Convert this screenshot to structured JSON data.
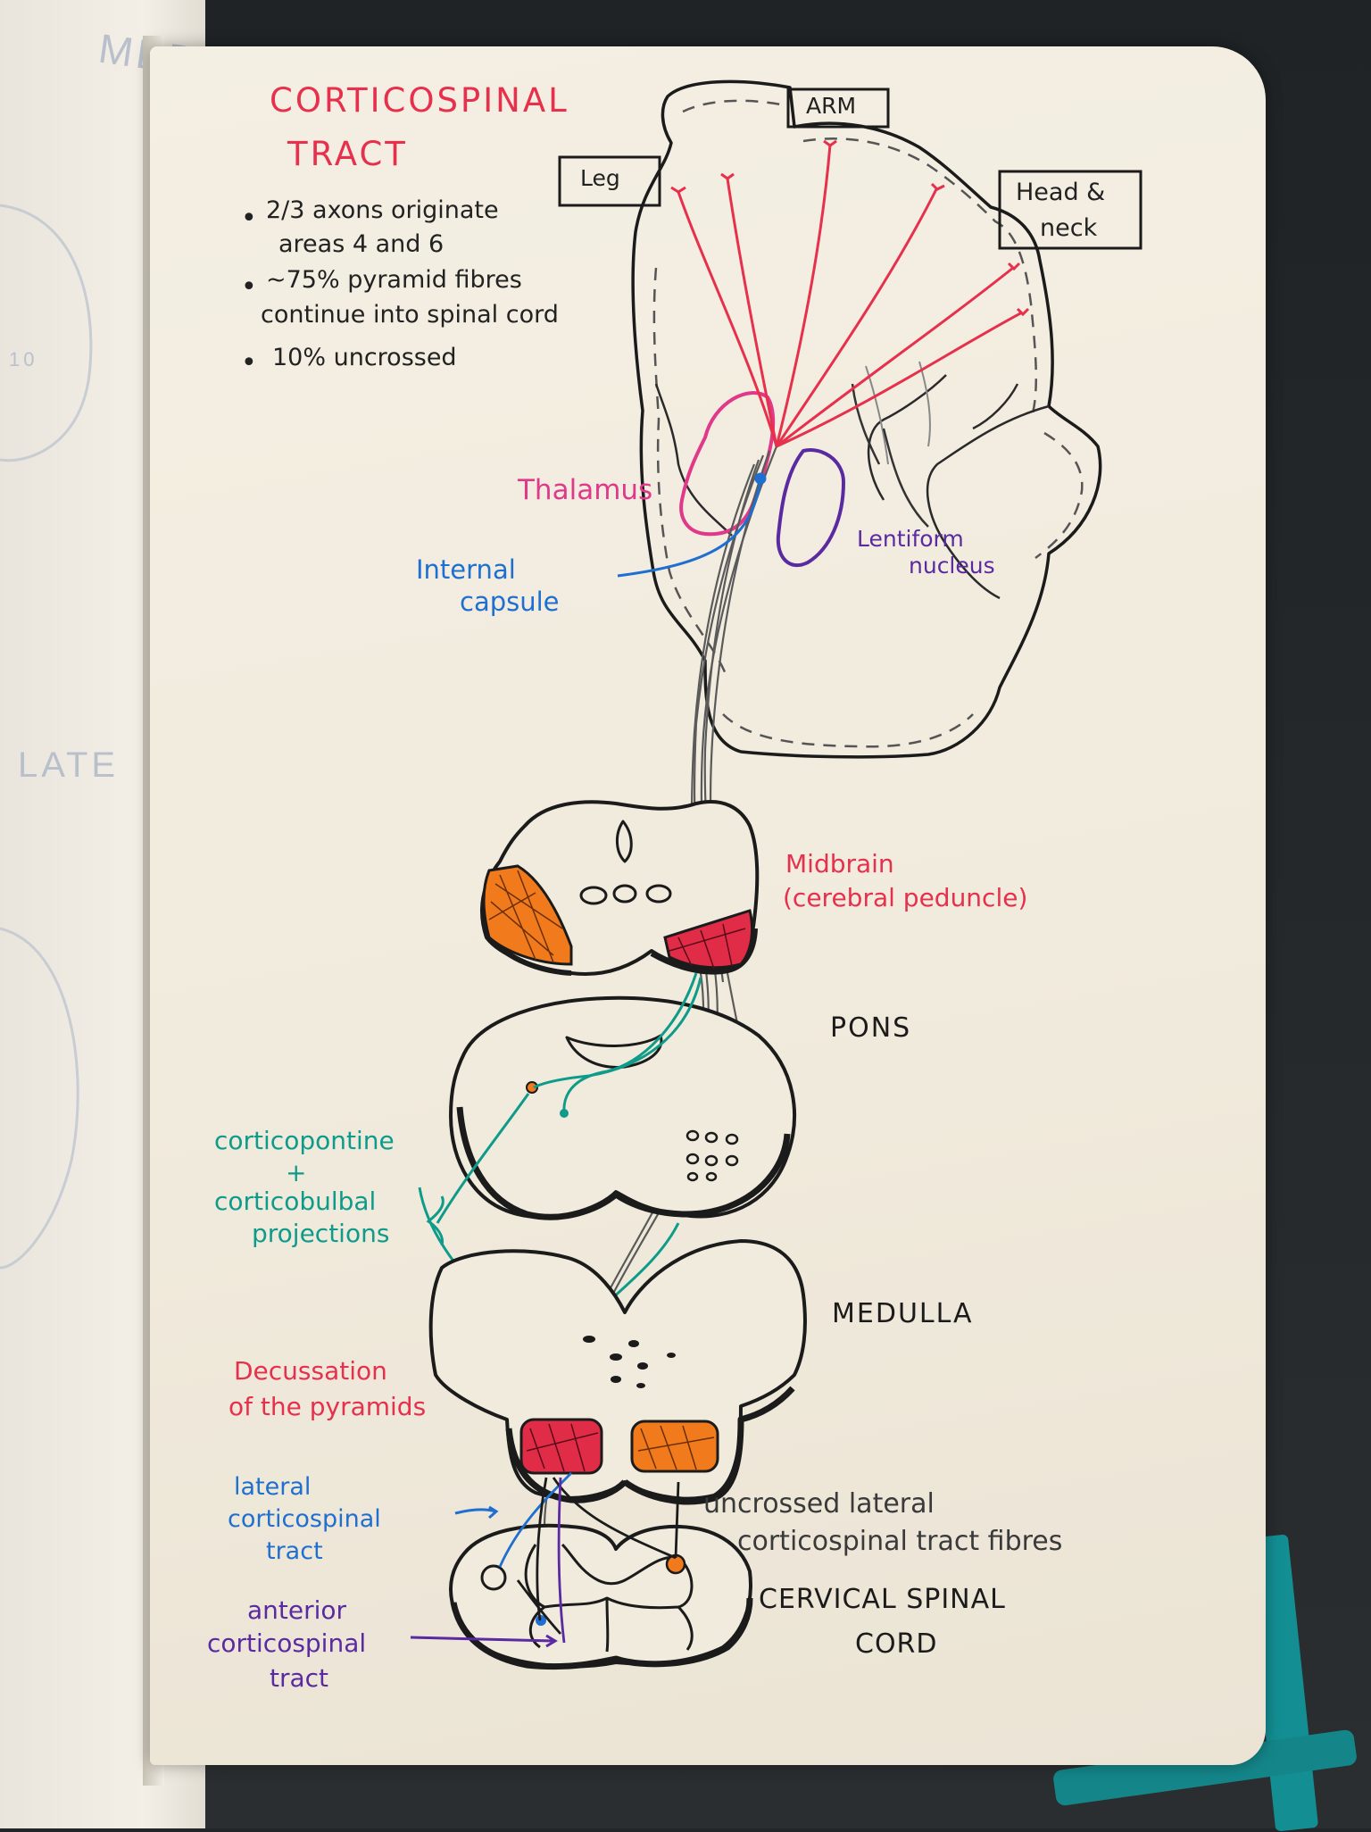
{
  "left_page": {
    "ghost_1": "MEDIAL",
    "ghost_2": "LATE",
    "ghost_3": "10"
  },
  "title": {
    "line1": "CORTICOSPINAL",
    "line2": "TRACT"
  },
  "notes": [
    {
      "line1": "2/3 axons originate",
      "line2": "areas 4 and 6"
    },
    {
      "line1": "~75% pyramid fibres",
      "line2": "continue into spinal cord"
    },
    {
      "line1": "10% uncrossed"
    }
  ],
  "cortex_labels": {
    "arm": "ARM",
    "leg": "Leg",
    "head_line1": "Head &",
    "head_line2": "neck"
  },
  "structures": {
    "thalamus": "Thalamus",
    "internal_capsule_1": "Internal",
    "internal_capsule_2": "capsule",
    "lentiform_1": "Lentiform",
    "lentiform_2": "nucleus",
    "midbrain_1": "Midbrain",
    "midbrain_2": "(cerebral peduncle)",
    "pons": "PONS",
    "medulla": "MEDULLA",
    "corticopontine_1": "corticopontine",
    "corticopontine_2": "+",
    "corticopontine_3": "corticobulbal",
    "corticopontine_4": "projections",
    "decussation_1": "Decussation",
    "decussation_2": "of the pyramids",
    "lateral_1": "lateral",
    "lateral_2": "corticospinal",
    "lateral_3": "tract",
    "uncrossed_1": "uncrossed lateral",
    "uncrossed_2": "corticospinal tract fibres",
    "cervical_1": "CERVICAL SPINAL",
    "cervical_2": "CORD",
    "anterior_1": "anterior",
    "anterior_2": "corticospinal",
    "anterior_3": "tract"
  },
  "colors": {
    "red_ink": "#e6304c",
    "pink_ink": "#e0398a",
    "blue_ink": "#1f6fd0",
    "purple_ink": "#5a2aa0",
    "teal_ink": "#0e9b8a",
    "orange_fill": "#f07a1c",
    "black_ink": "#1b1b1b",
    "paper": "#f2ecdf"
  }
}
